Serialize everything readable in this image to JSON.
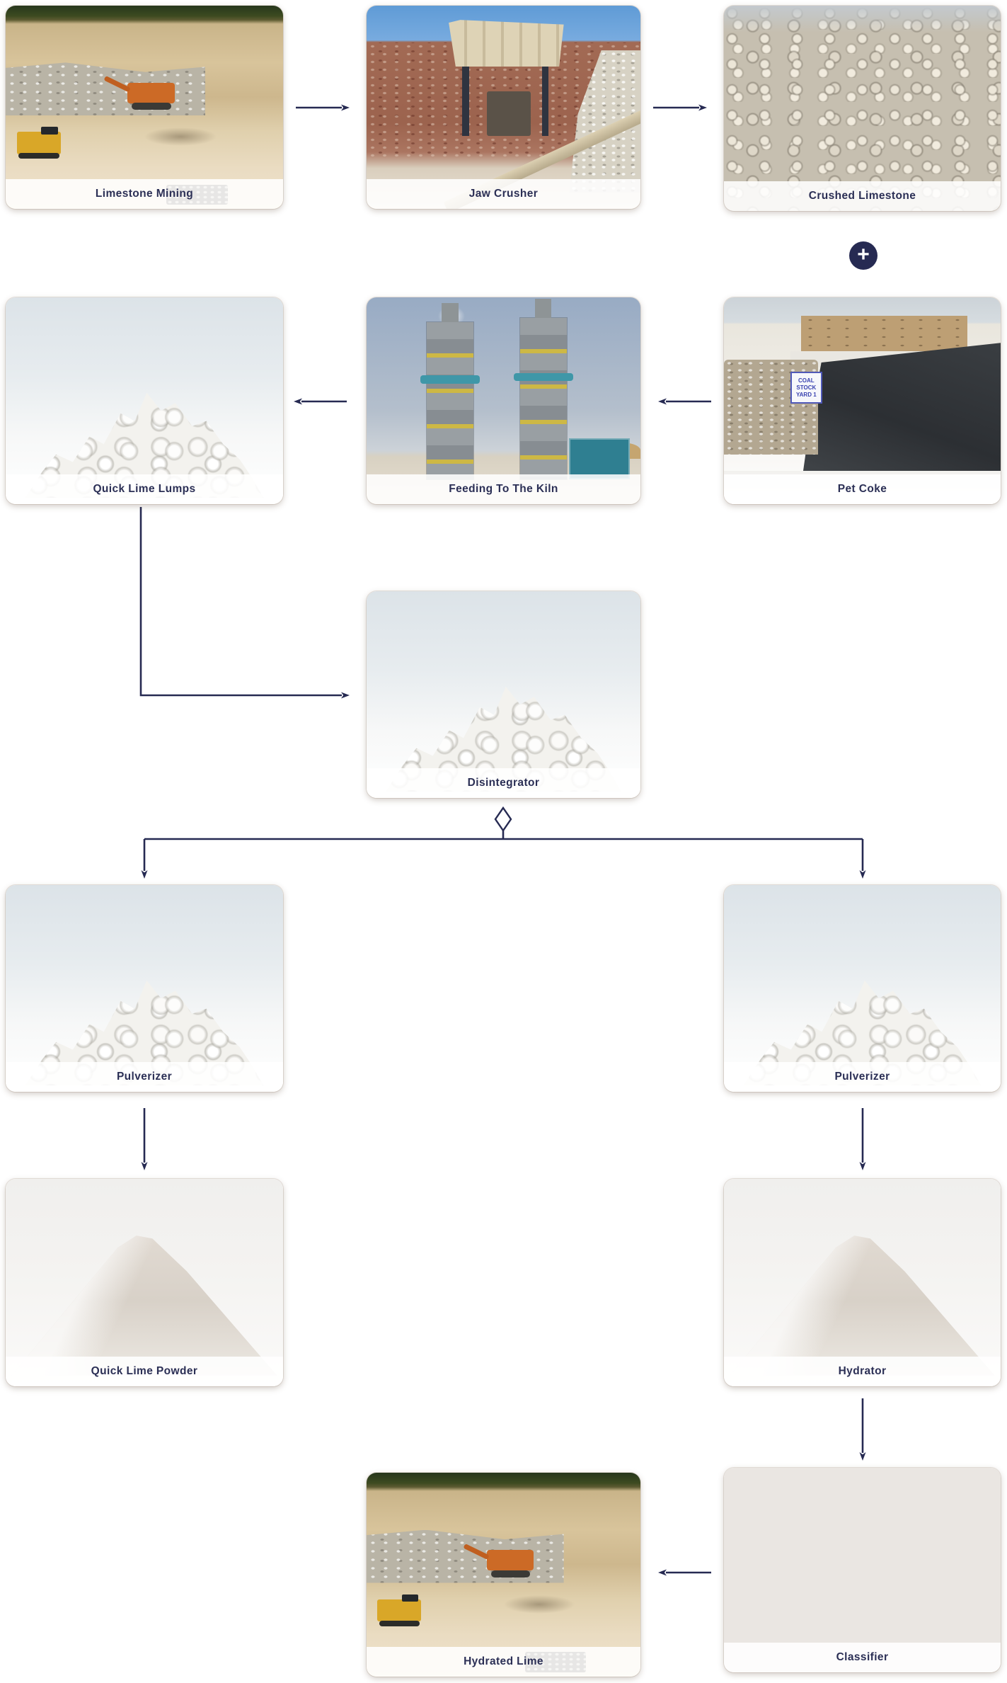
{
  "diagram": {
    "accent_color": "#262a52",
    "label_text_color": "#2b2f55",
    "icons": {
      "plus": "+",
      "split_diamond": "◇"
    },
    "nodes": [
      {
        "id": "limestone-mining",
        "label": "Limestone Mining"
      },
      {
        "id": "jaw-crusher",
        "label": "Jaw Crusher"
      },
      {
        "id": "crushed-limestone",
        "label": "Crushed Limestone"
      },
      {
        "id": "pet-coke",
        "label": "Pet Coke",
        "sign_text": "COAL STOCK YARD 1"
      },
      {
        "id": "feeding-to-the-kiln",
        "label": "Feeding To The Kiln"
      },
      {
        "id": "quick-lime-lumps",
        "label": "Quick Lime Lumps"
      },
      {
        "id": "disintegrator",
        "label": "Disintegrator"
      },
      {
        "id": "pulverizer-left",
        "label": "Pulverizer"
      },
      {
        "id": "pulverizer-right",
        "label": "Pulverizer"
      },
      {
        "id": "quick-lime-powder",
        "label": "Quick Lime Powder"
      },
      {
        "id": "hydrator",
        "label": "Hydrator"
      },
      {
        "id": "classifier",
        "label": "Classifier"
      },
      {
        "id": "hydrated-lime",
        "label": "Hydrated Lime"
      }
    ],
    "edges": [
      {
        "from": "limestone-mining",
        "to": "jaw-crusher"
      },
      {
        "from": "jaw-crusher",
        "to": "crushed-limestone"
      },
      {
        "from": "crushed-limestone",
        "to": "pet-coke",
        "relation": "plus-combined"
      },
      {
        "from": "pet-coke",
        "to": "feeding-to-the-kiln"
      },
      {
        "from": "feeding-to-the-kiln",
        "to": "quick-lime-lumps"
      },
      {
        "from": "quick-lime-lumps",
        "to": "disintegrator"
      },
      {
        "from": "disintegrator",
        "to": "pulverizer-left",
        "relation": "branch"
      },
      {
        "from": "disintegrator",
        "to": "pulverizer-right",
        "relation": "branch"
      },
      {
        "from": "pulverizer-left",
        "to": "quick-lime-powder"
      },
      {
        "from": "pulverizer-right",
        "to": "hydrator"
      },
      {
        "from": "hydrator",
        "to": "classifier"
      },
      {
        "from": "classifier",
        "to": "hydrated-lime"
      }
    ]
  }
}
